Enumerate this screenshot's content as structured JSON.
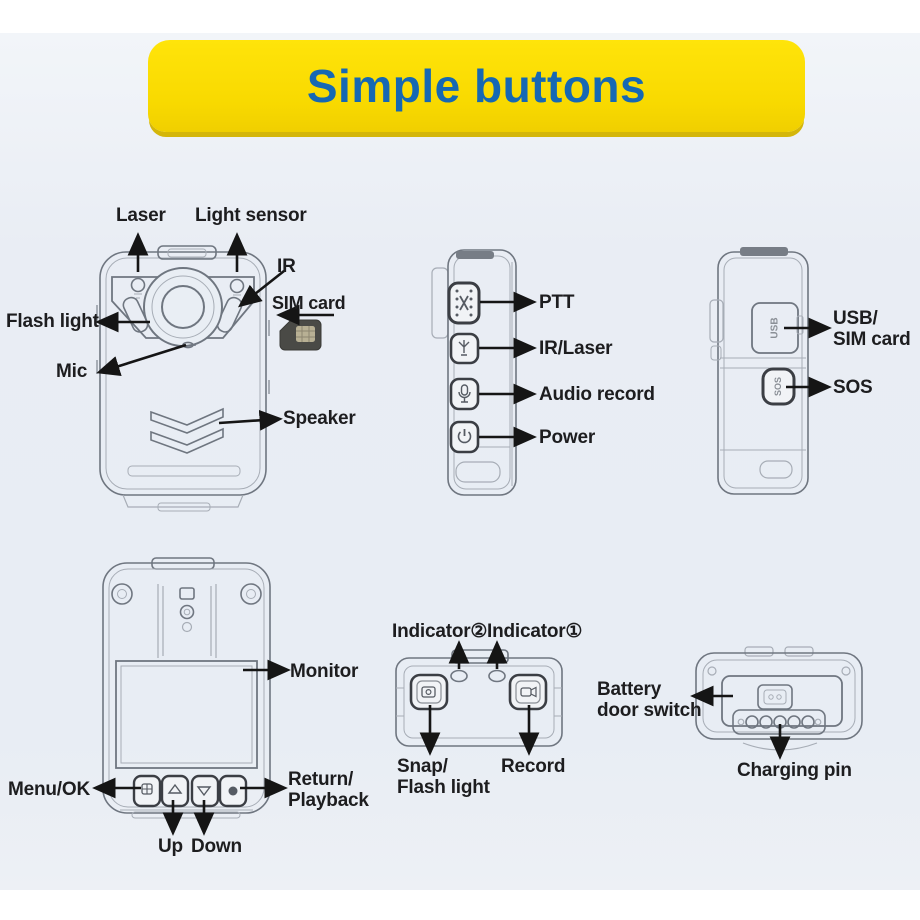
{
  "banner": {
    "title": "Simple buttons"
  },
  "colors": {
    "banner_bg": "#f8d900",
    "banner_text": "#1668b3",
    "page_bg": "#e8edf4",
    "label_text": "#1d1d1f",
    "line_art": "#6f7680",
    "arrow": "#151515",
    "sim_body": "#4a4a46",
    "sim_contacts": "#b8b094"
  },
  "labels": {
    "laser": "Laser",
    "light_sensor": "Light sensor",
    "ir": "IR",
    "flash_light": "Flash light",
    "sim_card": "SIM card",
    "mic": "Mic",
    "speaker": "Speaker",
    "ptt": "PTT",
    "ir_laser": "IR/Laser",
    "audio_record": "Audio record",
    "power": "Power",
    "usb_sim_line1": "USB/",
    "usb_sim_line2": "SIM card",
    "sos": "SOS",
    "monitor": "Monitor",
    "menu_ok": "Menu/OK",
    "return_line1": "Return/",
    "return_line2": "Playback",
    "up": "Up",
    "down": "Down",
    "indicator2": "Indicator②",
    "indicator1": "Indicator①",
    "snap_line1": "Snap/",
    "snap_line2": "Flash light",
    "record": "Record",
    "battery_line1": "Battery",
    "battery_line2": "door switch",
    "charging_pin": "Charging pin"
  },
  "device_markings": {
    "usb_door": "USB",
    "sos_button": "SOS"
  }
}
